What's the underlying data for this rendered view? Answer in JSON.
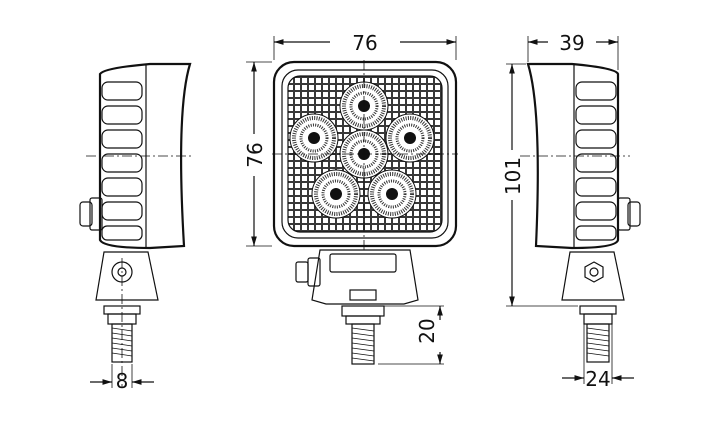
{
  "dimensions": {
    "front_width": "76",
    "front_height": "76",
    "side_depth": "39",
    "overall_height": "101",
    "bracket_to_stud": "20",
    "stud_diameter": "8",
    "stud_spacing": "24"
  }
}
